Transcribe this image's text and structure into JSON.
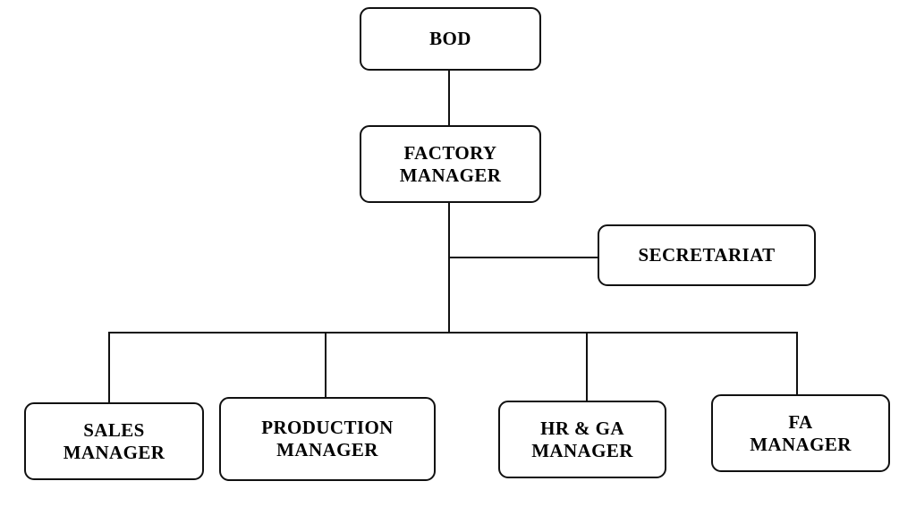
{
  "chart_type": "organization-chart",
  "nodes": {
    "bod": {
      "label": "BOD",
      "level": 1
    },
    "factory_manager": {
      "label": "FACTORY\nMANAGER",
      "level": 2
    },
    "secretariat": {
      "label": "SECRETARIAT",
      "level": 3
    },
    "sales_manager": {
      "label": "SALES\nMANAGER",
      "level": 4
    },
    "production_manager": {
      "label": "PRODUCTION\nMANAGER",
      "level": 4
    },
    "hr_ga_manager": {
      "label": "HR & GA\nMANAGER",
      "level": 4
    },
    "fa_manager": {
      "label": "FA\nMANAGER",
      "level": 4
    }
  },
  "edges": [
    {
      "from": "bod",
      "to": "factory_manager",
      "style": "vertical"
    },
    {
      "from": "factory_manager",
      "to": "secretariat",
      "style": "staff-branch"
    },
    {
      "from": "factory_manager",
      "to": "sales_manager",
      "style": "bus-drop"
    },
    {
      "from": "factory_manager",
      "to": "production_manager",
      "style": "bus-drop"
    },
    {
      "from": "factory_manager",
      "to": "hr_ga_manager",
      "style": "bus-drop"
    },
    {
      "from": "factory_manager",
      "to": "fa_manager",
      "style": "bus-drop"
    }
  ],
  "style": {
    "background_color": "#ffffff",
    "box_fill": "#ffffff",
    "border_color": "#111111",
    "text_color": "#000000",
    "connector_color": "#111111"
  }
}
